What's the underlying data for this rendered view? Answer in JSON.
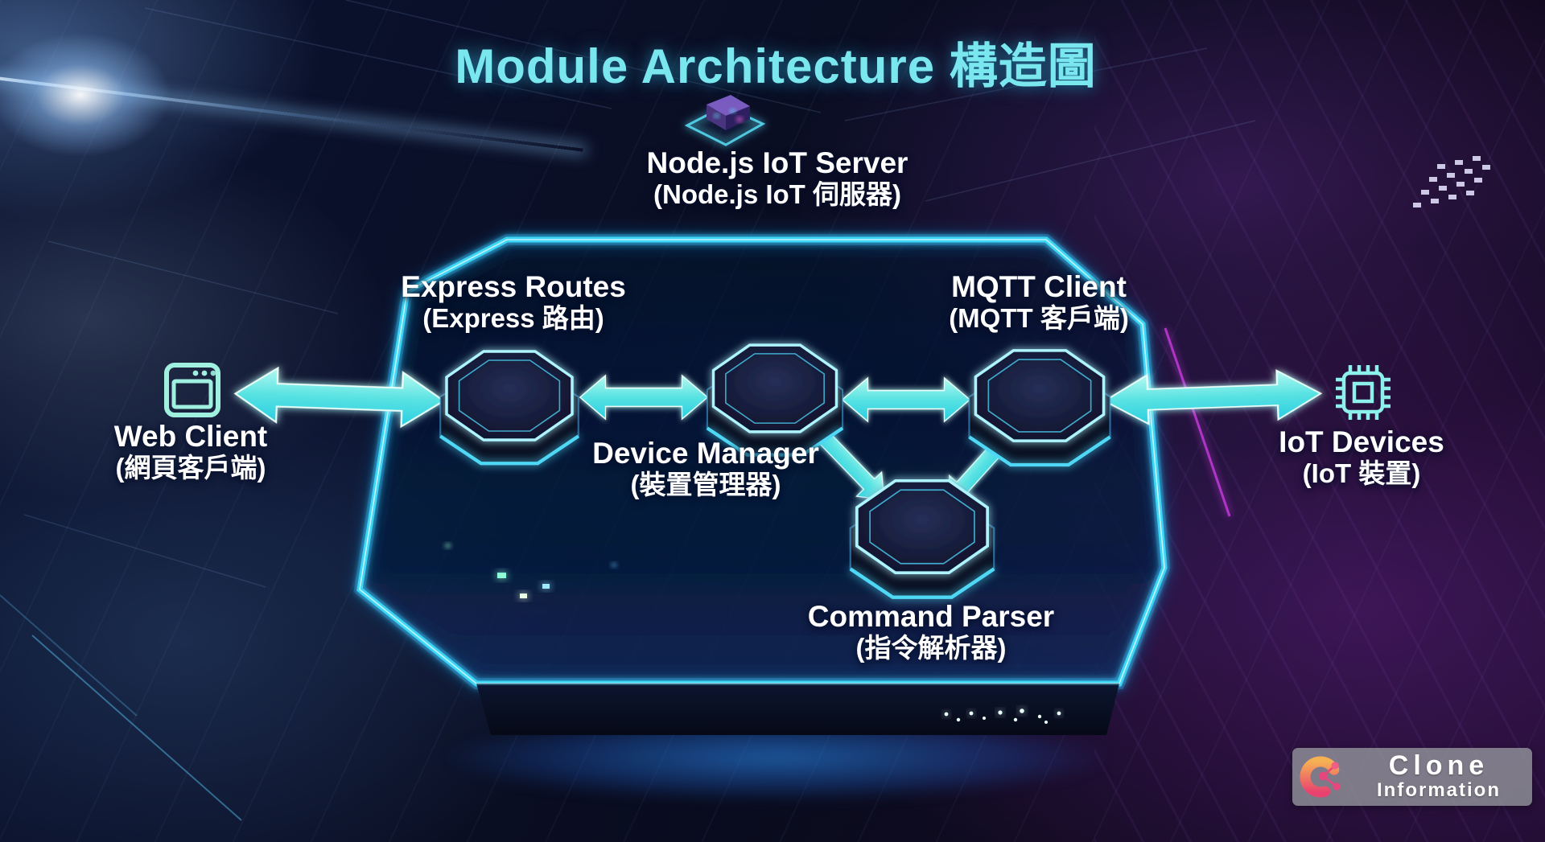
{
  "title": "Module Architecture 構造圖",
  "server_group": {
    "label_en": "Node.js IoT Server",
    "label_zh": "(Node.js IoT 伺服器)"
  },
  "nodes": [
    {
      "id": "express",
      "label_en": "Express Routes",
      "label_zh": "(Express 路由)"
    },
    {
      "id": "device",
      "label_en": "Device Manager",
      "label_zh": "(裝置管理器)"
    },
    {
      "id": "mqtt",
      "label_en": "MQTT Client",
      "label_zh": "(MQTT 客戶端)"
    },
    {
      "id": "command",
      "label_en": "Command Parser",
      "label_zh": "(指令解析器)"
    }
  ],
  "endpoints": [
    {
      "id": "web",
      "label_en": "Web Client",
      "label_zh": "(網頁客戶端)",
      "icon": "browser-window-icon"
    },
    {
      "id": "iot",
      "label_en": "IoT Devices",
      "label_zh": "(IoT 裝置)",
      "icon": "chip-icon"
    }
  ],
  "connections": [
    {
      "from": "Web Client",
      "to": "Express Routes",
      "type": "bidirectional"
    },
    {
      "from": "Express Routes",
      "to": "Device Manager",
      "type": "bidirectional"
    },
    {
      "from": "Device Manager",
      "to": "MQTT Client",
      "type": "bidirectional"
    },
    {
      "from": "Device Manager",
      "to": "Command Parser",
      "type": "bidirectional"
    },
    {
      "from": "Command Parser",
      "to": "MQTT Client",
      "type": "bidirectional"
    },
    {
      "from": "MQTT Client",
      "to": "IoT Devices",
      "type": "bidirectional"
    }
  ],
  "watermark": {
    "line1": "Clone",
    "line2": "Information"
  },
  "colors": {
    "title_cyan": "#7ae7ef",
    "neon_cyan": "#3cd6f5",
    "arrow_teal": "#54e0df",
    "label_white": "#ffffff",
    "badge_gray": "#97999e",
    "logo_orange": "#f09a4a",
    "logo_pink": "#e84a7c"
  }
}
